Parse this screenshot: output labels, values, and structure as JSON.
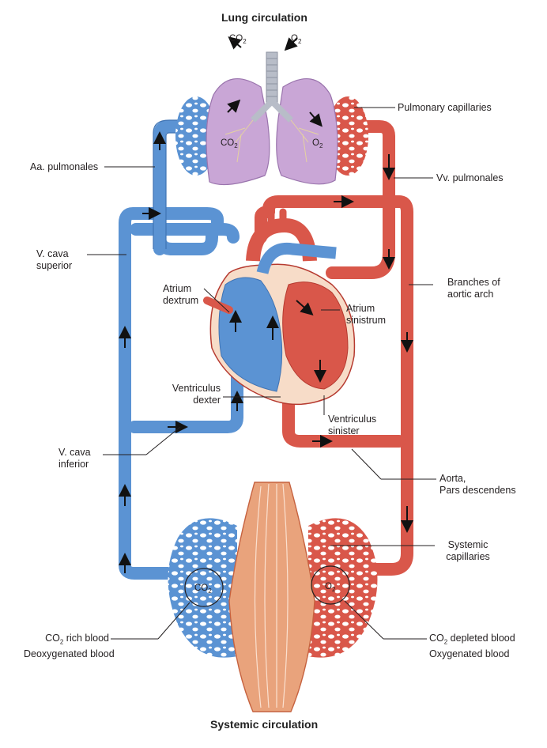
{
  "titles": {
    "top": "Lung circulation",
    "bottom": "Systemic circulation"
  },
  "gases": {
    "co2_base": "CO",
    "o2_base": "O",
    "sub2": "2"
  },
  "labels": {
    "pulmonary_capillaries": "Pulmonary capillaries",
    "aa_pulmonales": "Aa. pulmonales",
    "vv_pulmonales": "Vv. pulmonales",
    "v_cava_superior_1": "V. cava",
    "v_cava_superior_2": "superior",
    "branches_aortic_arch_1": "Branches of",
    "branches_aortic_arch_2": "aortic arch",
    "atrium_dextrum_1": "Atrium",
    "atrium_dextrum_2": "dextrum",
    "atrium_sinistrum_1": "Atrium",
    "atrium_sinistrum_2": "sinistrum",
    "ventriculus_dexter_1": "Ventriculus",
    "ventriculus_dexter_2": "dexter",
    "ventriculus_sinister_1": "Ventriculus",
    "ventriculus_sinister_2": "sinister",
    "v_cava_inferior_1": "V. cava",
    "v_cava_inferior_2": "inferior",
    "aorta_1": "Aorta,",
    "aorta_2": "Pars descendens",
    "systemic_capillaries_1": "Systemic",
    "systemic_capillaries_2": "capillaries",
    "co2_rich_1_suffix": " rich blood",
    "co2_rich_2": "Deoxygenated blood",
    "co2_depleted_1_suffix": " depleted blood",
    "co2_depleted_2": "Oxygenated blood"
  },
  "colors": {
    "venous_blue": "#5b93d3",
    "venous_blue_dark": "#3f73b3",
    "arterial_red": "#d9574a",
    "arterial_red_dark": "#b63a30",
    "lung_purple": "#c9a6d6",
    "muscle": "#e9a37c"
  }
}
